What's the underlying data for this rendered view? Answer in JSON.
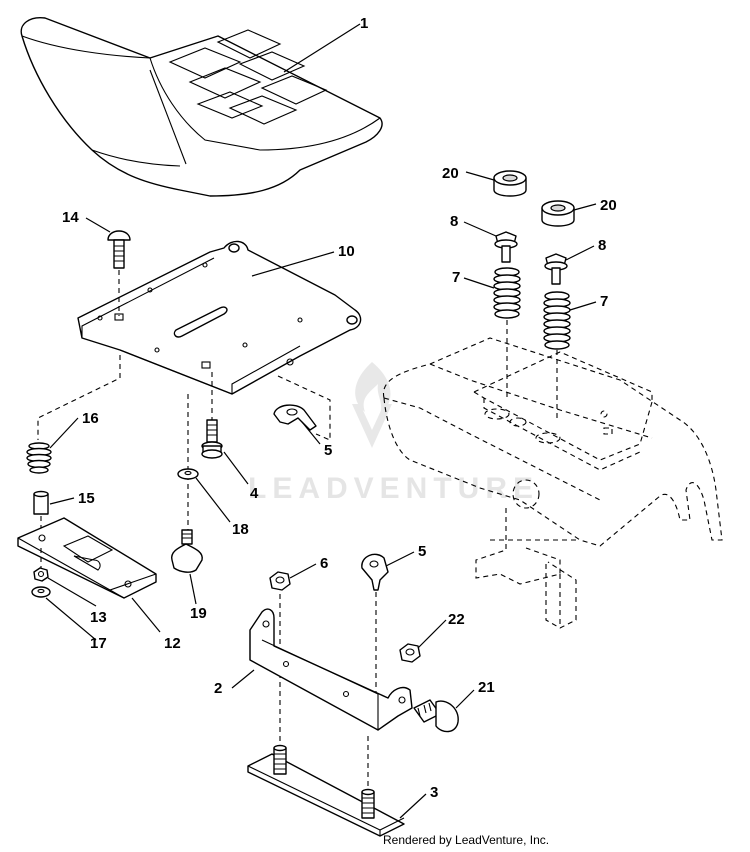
{
  "callouts": [
    "1",
    "2",
    "3",
    "4",
    "5",
    "5",
    "6",
    "7",
    "7",
    "8",
    "8",
    "10",
    "12",
    "13",
    "14",
    "15",
    "16",
    "17",
    "18",
    "19",
    "20",
    "20",
    "21",
    "22"
  ],
  "watermark": "LEADVENTURE",
  "credit": "Rendered by LeadVenture, Inc."
}
